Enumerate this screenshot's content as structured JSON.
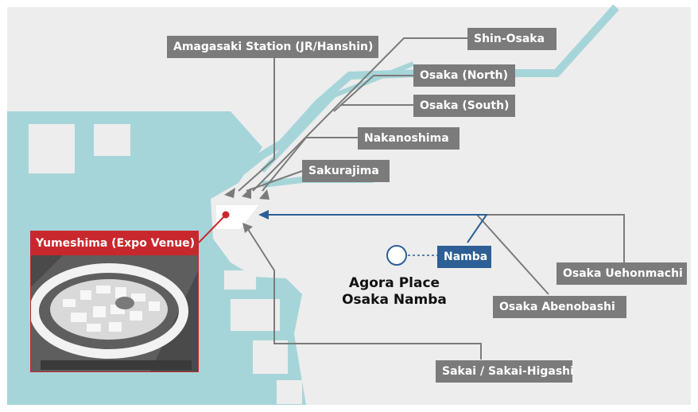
{
  "map": {
    "venue": {
      "label": "Yumeshima (Expo Venue)",
      "accent": "#c8282d"
    },
    "hotel": {
      "line1": "Agora Place",
      "line2": "Osaka Namba"
    },
    "stations": {
      "amagasaki": "Amagasaki Station (JR/Hanshin)",
      "shin_osaka": "Shin-Osaka",
      "osaka_north": "Osaka (North)",
      "osaka_south": "Osaka (South)",
      "nakanoshima": "Nakanoshima",
      "sakurajima": "Sakurajima",
      "namba": "Namba",
      "osaka_uehonmachi": "Osaka Uehonmachi",
      "osaka_abenobashi": "Osaka Abenobashi",
      "sakai": "Sakai / Sakai-Higashi"
    },
    "colors": {
      "water": "#a6d5d9",
      "land": "#ededed",
      "route": "#7b7b7b",
      "namba_route": "#2d5f96",
      "island": "#ffffff"
    }
  }
}
